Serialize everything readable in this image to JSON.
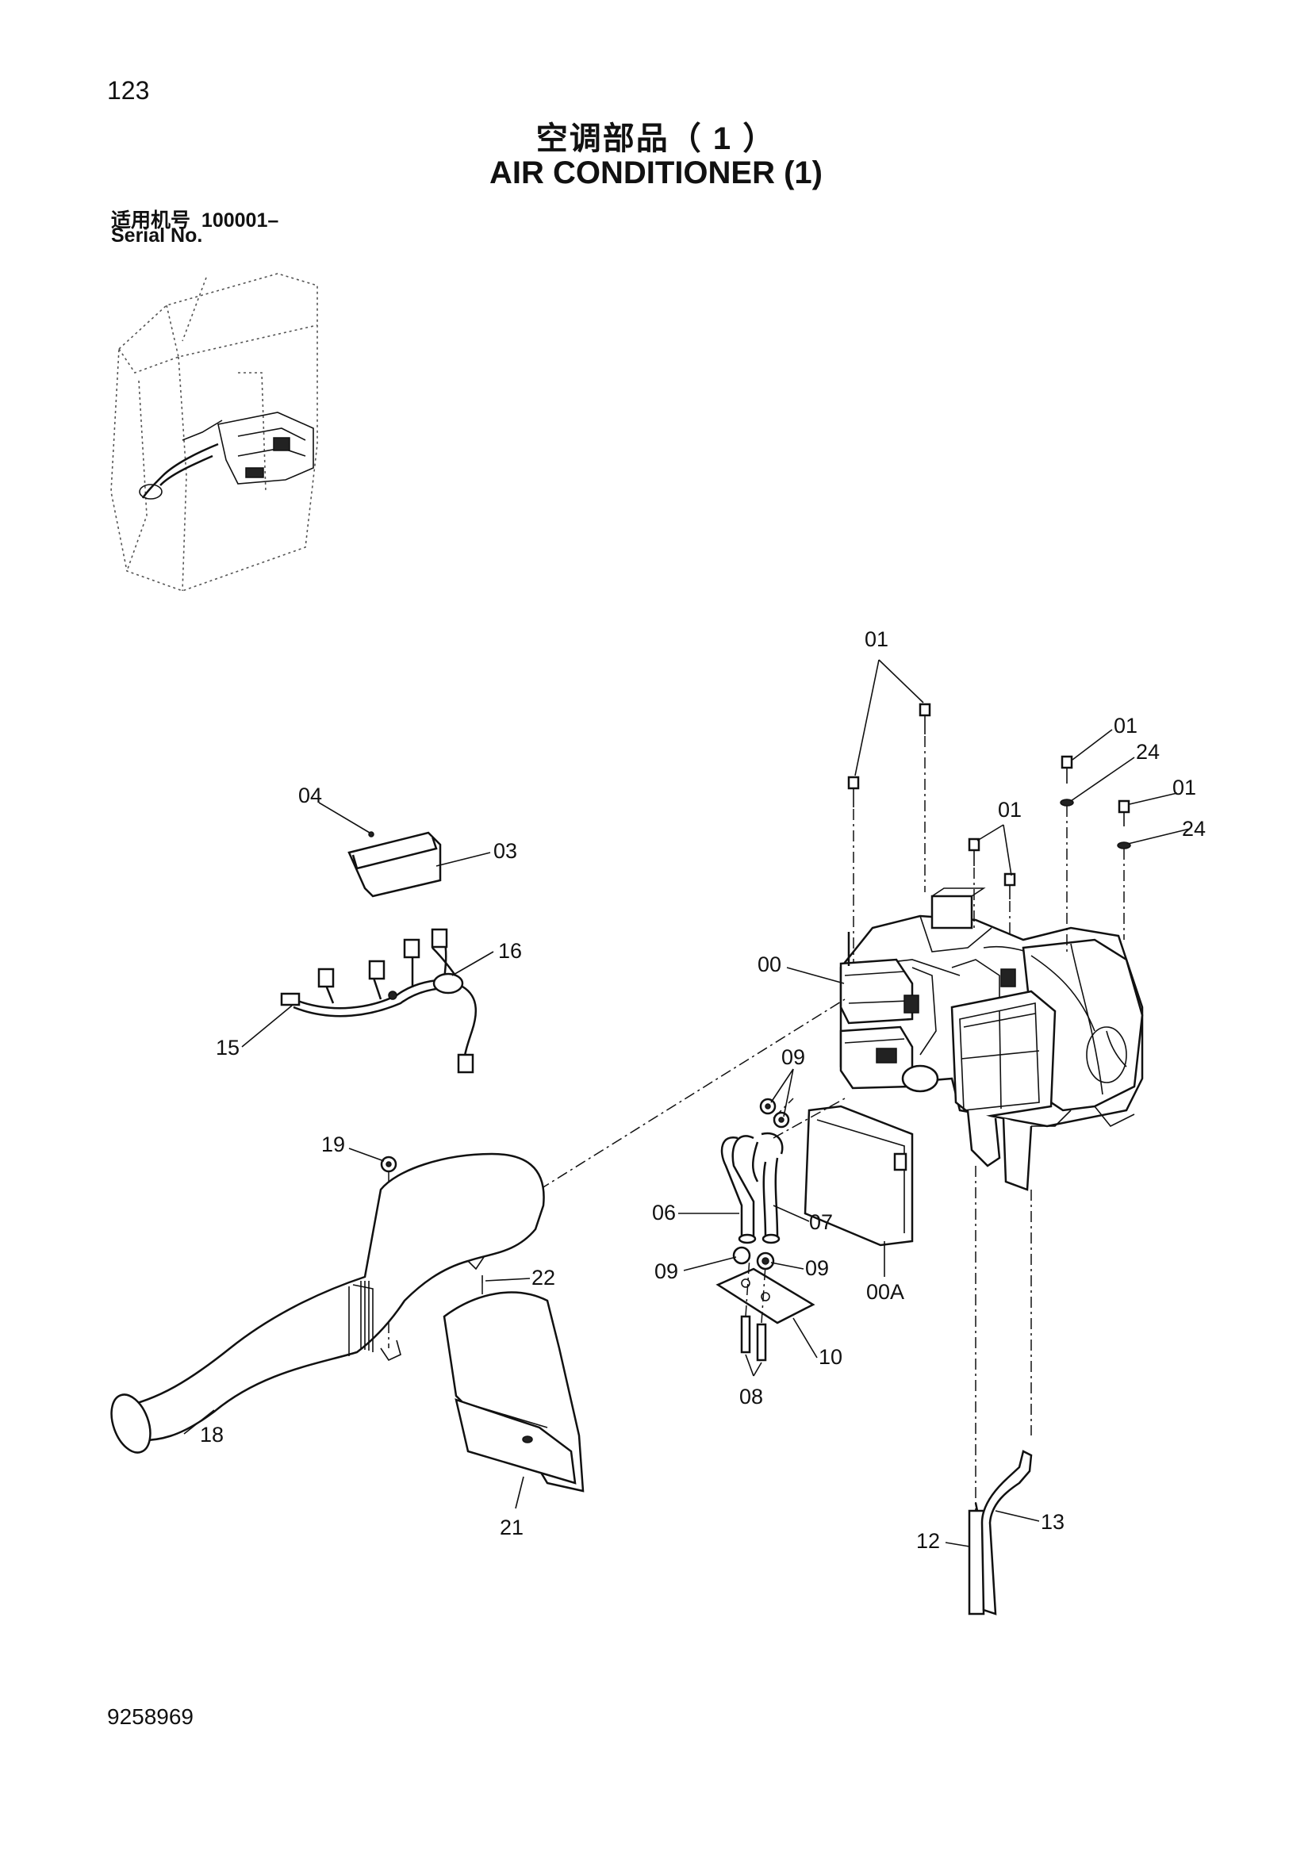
{
  "header": {
    "page_number": "123",
    "title_cn": "空调部品（ 1 ）",
    "title_en": "AIR CONDITIONER (1)",
    "serial_label_cn": "适用机号",
    "serial_value": "100001–",
    "serial_label_en": "Serial No."
  },
  "footer": {
    "doc_number": "9258969"
  },
  "callouts": {
    "c01a": "01",
    "c01b": "01",
    "c01c": "01",
    "c01d": "01",
    "c24a": "24",
    "c24b": "24",
    "c04": "04",
    "c03": "03",
    "c16": "16",
    "c15": "15",
    "c00": "00",
    "c09a": "09",
    "c09b": "09",
    "c09c": "09",
    "c19": "19",
    "c06": "06",
    "c07": "07",
    "c22": "22",
    "c00A": "00A",
    "c10": "10",
    "c08": "08",
    "c18": "18",
    "c21": "21",
    "c12": "12",
    "c13": "13"
  }
}
